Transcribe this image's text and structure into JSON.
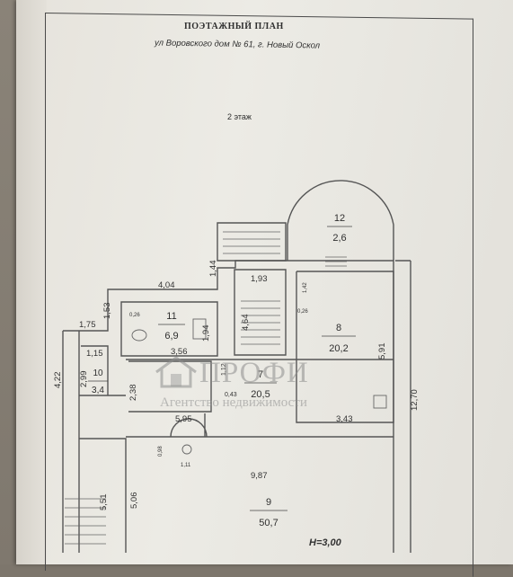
{
  "sheet": {
    "title": "ПОЭТАЖНЫЙ ПЛАН",
    "address": "ул Воровского дом № 61, г. Новый Оскол",
    "floor": "2 этаж"
  },
  "rooms": [
    {
      "number": "12",
      "area": "2,6"
    },
    {
      "number": "11",
      "area": "6,9"
    },
    {
      "number": "8",
      "area": "20,2"
    },
    {
      "number": "10",
      "area": "3,4"
    },
    {
      "number": "7",
      "area": "20,5"
    },
    {
      "number": "9",
      "area": "50,7"
    }
  ],
  "dimensions": [
    "4,04",
    "1,53",
    "1,44",
    "1,93",
    "4,64",
    "1,75",
    "0,26",
    "1,94",
    "1,42",
    "0,26",
    "1,15",
    "3,56",
    "5,91",
    "4,22",
    "2,99",
    "2,38",
    "1,12",
    "0,43",
    "12,70",
    "5,95",
    "3,43",
    "0,98",
    "1,11",
    "9,87",
    "5,06",
    "5,51"
  ],
  "height": "H=3,00",
  "watermark": {
    "brand": "ПРОФИ",
    "tagline": "Агентство недвижимости"
  }
}
